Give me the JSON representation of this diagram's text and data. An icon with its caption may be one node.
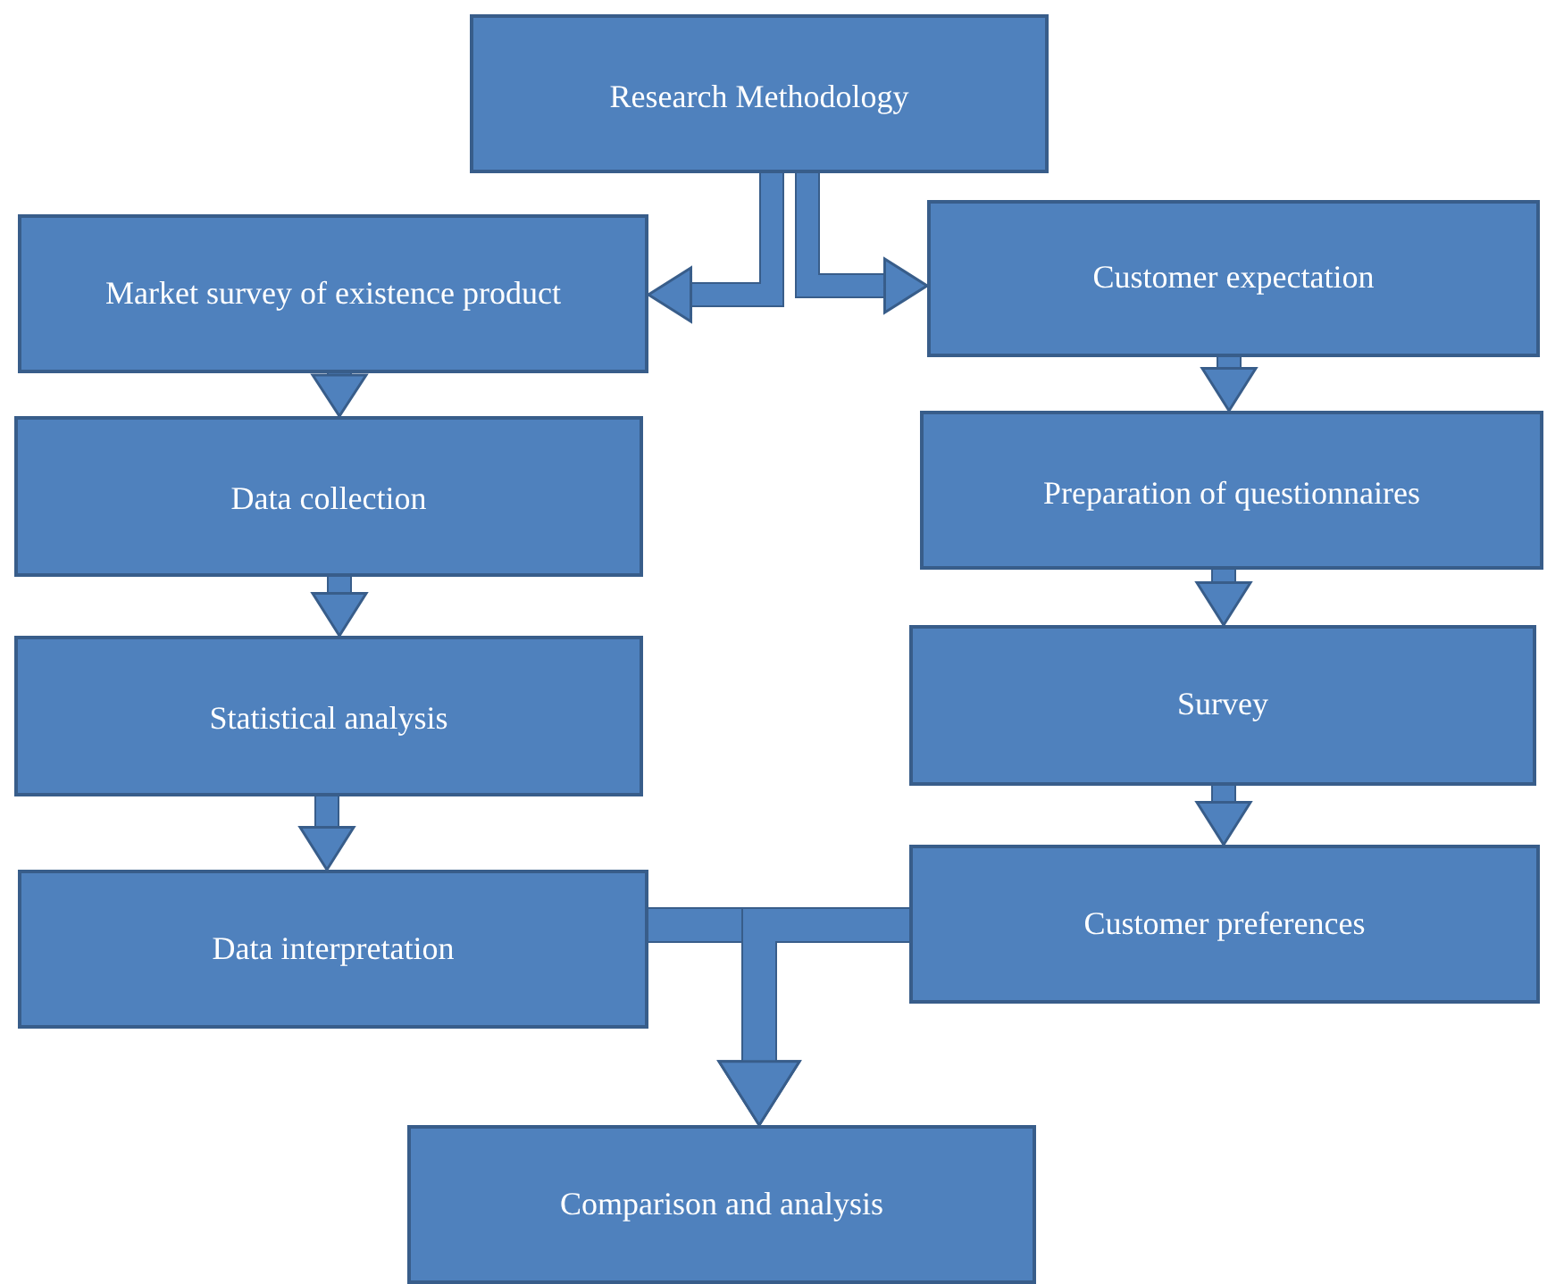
{
  "diagram": {
    "nodes": [
      {
        "text": [
          "Research Methodology"
        ]
      },
      {
        "text": [
          "Market survey of existence product"
        ]
      },
      {
        "text": [
          "Customer expectation"
        ]
      },
      {
        "text": [
          "Data collection"
        ]
      },
      {
        "text": [
          "Preparation of questionnaires"
        ]
      },
      {
        "text": [
          "Statistical analysis"
        ]
      },
      {
        "text": [
          "Survey"
        ]
      },
      {
        "text": [
          "Data interpretation"
        ]
      },
      {
        "text": [
          "Customer preferences"
        ]
      },
      {
        "text": [
          "Comparison and analysis"
        ]
      }
    ],
    "edges": [
      {
        "from": 0,
        "to": 1,
        "arrow": "to"
      },
      {
        "from": 0,
        "to": 2,
        "arrow": "to"
      },
      {
        "from": 1,
        "to": 3,
        "arrow": "to"
      },
      {
        "from": 3,
        "to": 5,
        "arrow": "to"
      },
      {
        "from": 5,
        "to": 7,
        "arrow": "to"
      },
      {
        "from": 2,
        "to": 4,
        "arrow": "to"
      },
      {
        "from": 4,
        "to": 6,
        "arrow": "to"
      },
      {
        "from": 6,
        "to": 8,
        "arrow": "to"
      },
      {
        "from": 7,
        "to": 9,
        "arrow": "to"
      },
      {
        "from": 8,
        "to": 9,
        "arrow": "to"
      }
    ]
  }
}
